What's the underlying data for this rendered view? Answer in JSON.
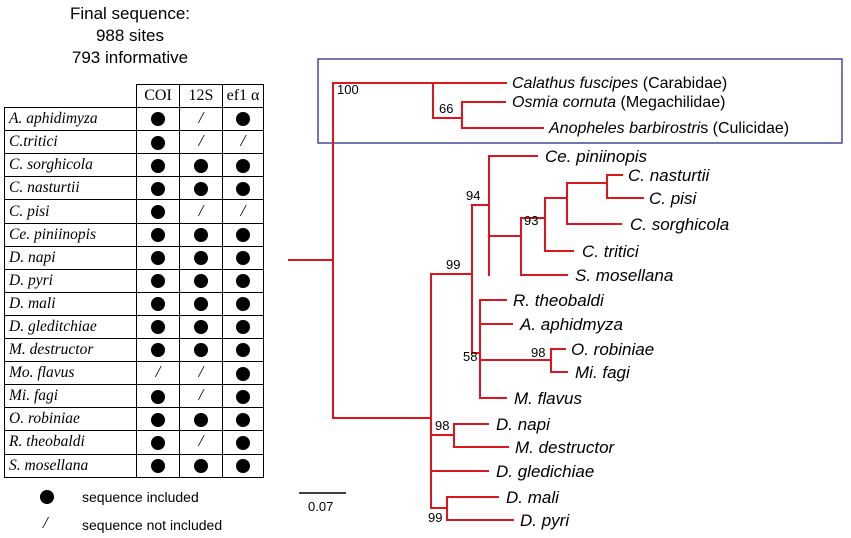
{
  "header": {
    "line1": "Final sequence:",
    "line2": "988 sites",
    "line3": "793 informative"
  },
  "table": {
    "columns": [
      "COI",
      "12S",
      "ef1 α"
    ],
    "rows": [
      {
        "species": "A. aphidimyza",
        "marks": [
          "dot",
          "slash",
          "dot"
        ]
      },
      {
        "species": "C.tritici",
        "marks": [
          "dot",
          "slash",
          "slash"
        ]
      },
      {
        "species": "C. sorghicola",
        "marks": [
          "dot",
          "dot",
          "dot"
        ]
      },
      {
        "species": "C. nasturtii",
        "marks": [
          "dot",
          "dot",
          "dot"
        ]
      },
      {
        "species": "C. pisi",
        "marks": [
          "dot",
          "slash",
          "slash"
        ]
      },
      {
        "species": "Ce. piniinopis",
        "marks": [
          "dot",
          "dot",
          "dot"
        ]
      },
      {
        "species": "D. napi",
        "marks": [
          "dot",
          "dot",
          "dot"
        ]
      },
      {
        "species": "D. pyri",
        "marks": [
          "dot",
          "dot",
          "dot"
        ]
      },
      {
        "species": "D. mali",
        "marks": [
          "dot",
          "dot",
          "dot"
        ]
      },
      {
        "species": "D. gleditchiae",
        "marks": [
          "dot",
          "dot",
          "dot"
        ]
      },
      {
        "species": "M. destructor",
        "marks": [
          "dot",
          "dot",
          "dot"
        ]
      },
      {
        "species": "Mo. flavus",
        "marks": [
          "slash",
          "slash",
          "dot"
        ]
      },
      {
        "species": "Mi. fagi",
        "marks": [
          "dot",
          "slash",
          "dot"
        ]
      },
      {
        "species": "O. robiniae",
        "marks": [
          "dot",
          "dot",
          "dot"
        ]
      },
      {
        "species": "R. theobaldi",
        "marks": [
          "dot",
          "slash",
          "dot"
        ]
      },
      {
        "species": "S. mosellana",
        "marks": [
          "dot",
          "dot",
          "dot"
        ]
      }
    ]
  },
  "legend": {
    "included": "sequence included",
    "not_included": "sequence not included",
    "slash_glyph": "/"
  },
  "scale_bar": {
    "label": "0.07"
  },
  "tree": {
    "branch_color": "#e0141c",
    "box_color": "#2b2b8c",
    "supports": [
      "100",
      "66",
      "94",
      "93",
      "99",
      "58",
      "98",
      "98",
      "99"
    ],
    "taxa": {
      "calathus": {
        "name": "Calathus fuscipes",
        "family": " (Carabidae)"
      },
      "osmia": {
        "name": "Osmia cornuta",
        "family": " (Megachilidae)"
      },
      "anopheles": {
        "name": "Anopheles barbirostri",
        "family": "s (Culicidae)"
      },
      "ce_pin": "Ce. piniinopis",
      "c_nas": "C. nasturtii",
      "c_pisi": "C. pisi",
      "c_sorg": "C. sorghicola",
      "c_trit": "C. tritici",
      "s_mos": "S. mosellana",
      "r_theo": "R. theobaldi",
      "a_aph": "A. aphidmyza",
      "o_rob": "O. robiniae",
      "mi_fagi": "Mi. fagi",
      "m_flav": "M. flavus",
      "d_napi": "D. napi",
      "m_dest": "M. destructor",
      "d_gled": "D. gledichiae",
      "d_mali": "D. mali",
      "d_pyri": "D. pyri"
    }
  }
}
